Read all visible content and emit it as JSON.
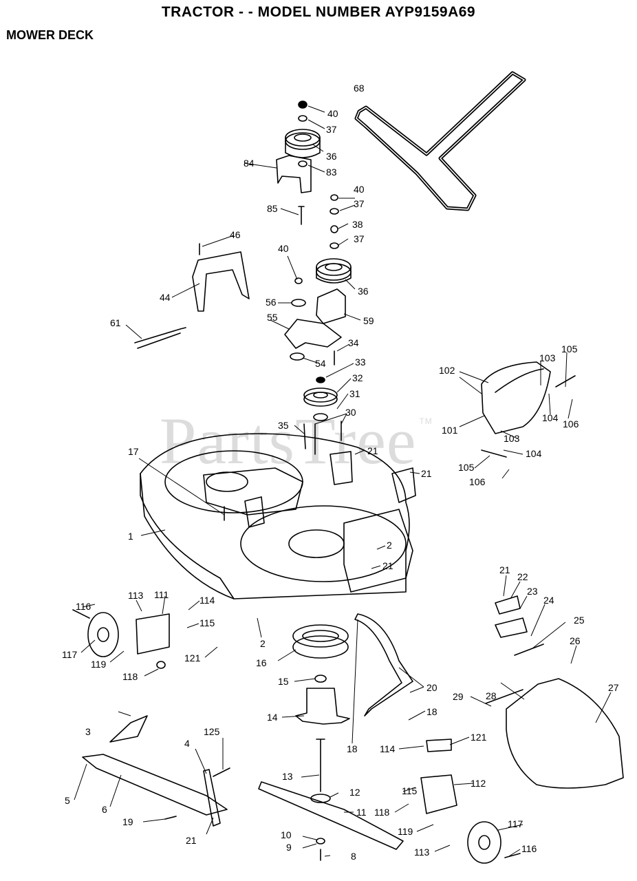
{
  "header": {
    "title": "TRACTOR - - MODEL NUMBER AYP9159A69",
    "subtitle": "MOWER DECK"
  },
  "watermark": {
    "text": "PartsTree",
    "tm": "TM"
  },
  "callouts": [
    "68",
    "40",
    "37",
    "36",
    "84",
    "83",
    "40",
    "37",
    "85",
    "38",
    "37",
    "46",
    "40",
    "36",
    "44",
    "56",
    "59",
    "55",
    "61",
    "34",
    "54",
    "33",
    "32",
    "102",
    "103",
    "105",
    "31",
    "30",
    "35",
    "101",
    "104",
    "106",
    "103",
    "104",
    "17",
    "21",
    "105",
    "21",
    "106",
    "1",
    "2",
    "21",
    "21",
    "22",
    "113",
    "111",
    "23",
    "114",
    "116",
    "24",
    "115",
    "25",
    "2",
    "117",
    "121",
    "16",
    "119",
    "26",
    "118",
    "15",
    "20",
    "28",
    "27",
    "29",
    "18",
    "3",
    "14",
    "18",
    "125",
    "121",
    "114",
    "4",
    "13",
    "112",
    "5",
    "6",
    "115",
    "12",
    "11",
    "118",
    "19",
    "117",
    "21",
    "119",
    "10",
    "9",
    "116",
    "113",
    "8"
  ]
}
